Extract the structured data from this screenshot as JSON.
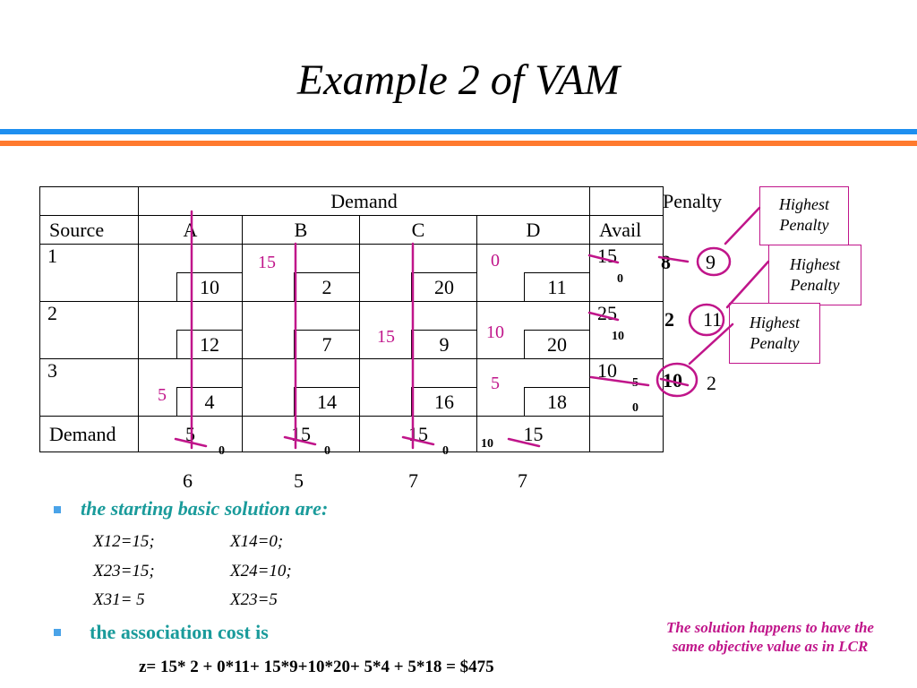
{
  "title": "Example 2 of VAM",
  "table": {
    "demand_header": "Demand",
    "source_label": "Source",
    "columns": [
      "A",
      "B",
      "C",
      "D"
    ],
    "avail_label": "Avail",
    "rows": [
      {
        "label": "1",
        "costs": [
          "10",
          "2",
          "20",
          "11"
        ],
        "avail": "15"
      },
      {
        "label": "2",
        "costs": [
          "12",
          "7",
          "9",
          "20"
        ],
        "avail": "25"
      },
      {
        "label": "3",
        "costs": [
          "4",
          "14",
          "16",
          "18"
        ],
        "avail": "10"
      }
    ],
    "demand_row_label": "Demand",
    "demands": [
      "5",
      "15",
      "15",
      "15"
    ]
  },
  "penalty_label": "Penalty",
  "row_penalties": [
    [
      "8",
      "9"
    ],
    [
      "2",
      "11"
    ],
    [
      "10",
      "2"
    ]
  ],
  "column_penalties": [
    "6",
    "5",
    "7",
    "7"
  ],
  "highest_penalty_boxes": [
    "Highest Penalty",
    "Highest Penalty",
    "Highest Penalty"
  ],
  "allocations": {
    "r1b": "15",
    "r1d": "0",
    "r2c": "15",
    "r2d": "10",
    "r3a": "5",
    "r3d": "5"
  },
  "updates": {
    "avail1": "0",
    "avail2": "10",
    "avail3a": "5",
    "avail3b": "0",
    "demA": "0",
    "demB": "0",
    "demC": "0",
    "demD_left": "10"
  },
  "bullet1": "the starting basic solution are:",
  "solutions": [
    [
      "X12=15;",
      "X14=0;"
    ],
    [
      "X23=15;",
      "X24=10;"
    ],
    [
      "X31= 5",
      "X23=5"
    ]
  ],
  "bullet2": "the association cost is",
  "formula": "z= 15* 2 + 0*11+ 15*9+10*20+ 5*4 + 5*18 = $475",
  "note": "The solution happens to have the same objective value as in LCR",
  "colors": {
    "accent_blue": "#1e8ff0",
    "accent_orange": "#ff7a2e",
    "magenta": "#c0158a",
    "teal": "#1a9b9b"
  }
}
